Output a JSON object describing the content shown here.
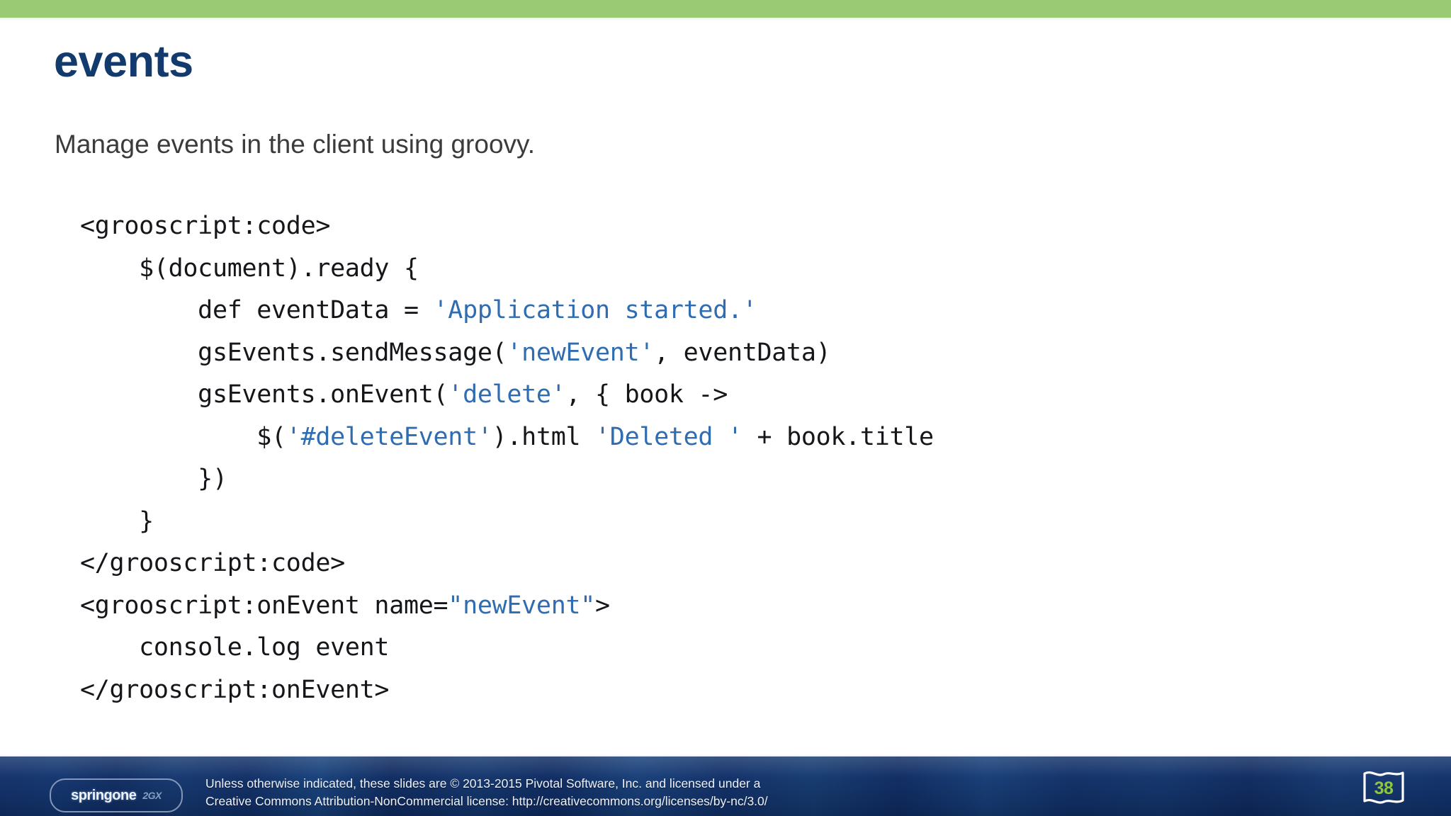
{
  "slide": {
    "title": "events",
    "subtitle": "Manage events in the client using groovy.",
    "accent_green": "#9acb74",
    "title_color": "#123a6d",
    "code_string_color": "#2f6cb0",
    "code_text_color": "#14161a",
    "footer_bg_color": "#12336c",
    "slide_number_color": "#8dc63f"
  },
  "code": {
    "lines": [
      {
        "id": "line-1",
        "segments": [
          {
            "text": "<grooscript:code>",
            "type": "plain"
          }
        ]
      },
      {
        "id": "line-2",
        "segments": [
          {
            "text": "    $(document).ready {",
            "type": "plain"
          }
        ]
      },
      {
        "id": "line-3",
        "segments": [
          {
            "text": "        def eventData = ",
            "type": "plain"
          },
          {
            "text": "'Application started.'",
            "type": "string"
          }
        ]
      },
      {
        "id": "line-4",
        "segments": [
          {
            "text": "        gsEvents.sendMessage(",
            "type": "plain"
          },
          {
            "text": "'newEvent'",
            "type": "string"
          },
          {
            "text": ", eventData)",
            "type": "plain"
          }
        ]
      },
      {
        "id": "line-5",
        "segments": [
          {
            "text": "        gsEvents.onEvent(",
            "type": "plain"
          },
          {
            "text": "'delete'",
            "type": "string"
          },
          {
            "text": ", { book ->",
            "type": "plain"
          }
        ]
      },
      {
        "id": "line-6",
        "segments": [
          {
            "text": "            $(",
            "type": "plain"
          },
          {
            "text": "'#deleteEvent'",
            "type": "string"
          },
          {
            "text": ").html ",
            "type": "plain"
          },
          {
            "text": "'Deleted '",
            "type": "string"
          },
          {
            "text": " + book.title",
            "type": "plain"
          }
        ]
      },
      {
        "id": "line-7",
        "segments": [
          {
            "text": "        })",
            "type": "plain"
          }
        ]
      },
      {
        "id": "line-8",
        "segments": [
          {
            "text": "    }",
            "type": "plain"
          }
        ]
      },
      {
        "id": "line-9",
        "segments": [
          {
            "text": "</grooscript:code>",
            "type": "plain"
          }
        ]
      },
      {
        "id": "line-10",
        "segments": [
          {
            "text": "<grooscript:onEvent name=",
            "type": "plain"
          },
          {
            "text": "\"newEvent\"",
            "type": "string"
          },
          {
            "text": ">",
            "type": "plain"
          }
        ]
      },
      {
        "id": "line-11",
        "segments": [
          {
            "text": "    console.log event",
            "type": "plain"
          }
        ]
      },
      {
        "id": "line-12",
        "segments": [
          {
            "text": "</grooscript:onEvent>",
            "type": "plain"
          }
        ]
      }
    ]
  },
  "footer": {
    "logo_main": "springone",
    "logo_sub": "2GX",
    "copyright_line_1": "Unless otherwise indicated, these slides are © 2013-2015 Pivotal Software, Inc. and licensed under a",
    "copyright_line_2": "Creative Commons Attribution-NonCommercial license: http://creativecommons.org/licenses/by-nc/3.0/",
    "slide_number": "38"
  }
}
